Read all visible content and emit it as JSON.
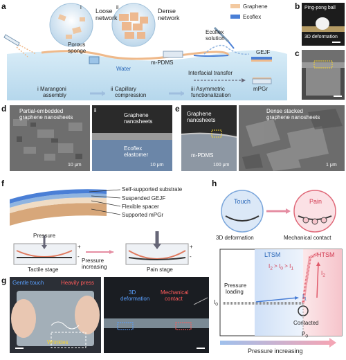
{
  "panel_labels": {
    "a": "a",
    "b": "b",
    "c": "c",
    "d": "d",
    "e": "e",
    "f": "f",
    "g": "g",
    "h": "h"
  },
  "a": {
    "sub_i": "i",
    "loose_1": "Loose",
    "loose_2": "network",
    "sub_ii": "ii",
    "dense_1": "Dense",
    "dense_2": "network",
    "porous_1": "Porous",
    "porous_2": "sponge",
    "ecoflex_sol_1": "Ecoflex",
    "ecoflex_sol_2": "solution",
    "water": "Water",
    "mpdms": "m-PDMS",
    "interfacial": "Interfacial transfer",
    "gejf": "GEJF",
    "mpgr": "mPGr",
    "legend_graphene": "Graphene",
    "legend_ecoflex": "Ecoflex",
    "step1_1": "i Marangoni",
    "step1_2": "assembly",
    "step2_1": "ii Capillary",
    "step2_2": "compression",
    "step3_1": "iii Asymmetric",
    "step3_2": "functionalization",
    "colors": {
      "graphene": "#f3c9a0",
      "ecoflex": "#4a7fd6",
      "water": "#cfe6f3"
    }
  },
  "b": {
    "label_top": "Ping-pong ball",
    "label_bottom": "3D deformation"
  },
  "d": {
    "label_i": "Partial-embedded",
    "label_i2": "graphene nanosheets",
    "scale_i": "10 μm",
    "sub_ii": "ii",
    "graphene_1": "Graphene",
    "graphene_2": "nanosheets",
    "ecoflex_1": "Ecoflex",
    "ecoflex_2": "elastomer",
    "scale_ii": "10 μm"
  },
  "e": {
    "graphene_1": "Graphene",
    "graphene_2": "nanosheets",
    "mpdms": "m-PDMS",
    "scale_1": "100 μm",
    "dense_1": "Dense stacked",
    "dense_2": "graphene nanosheets",
    "scale_2": "1 μm"
  },
  "f": {
    "layer_1": "Self-supported substrate",
    "layer_2": "Suspended GEJF",
    "layer_3": "Flexible spacer",
    "layer_4": "Supported mPGr",
    "pressure": "Pressure",
    "tactile": "Tactile stage",
    "increasing_1": "Pressure",
    "increasing_2": "increasing",
    "pain": "Pain stage",
    "plus": "+",
    "minus": "-"
  },
  "g": {
    "gentle": "Gentle touch",
    "heavy": "Heavily press",
    "wrinkles": "Wrinkles",
    "deform_1": "3D",
    "deform_2": "deformation",
    "contact_1": "Mechanical",
    "contact_2": "contact"
  },
  "h": {
    "touch": "Touch",
    "pain": "Pain",
    "cap_touch": "3D deformation",
    "cap_pain": "Mechanical contact",
    "ltsm": "LTSM",
    "htsm": "HTSM",
    "current_relation": [
      "I",
      "2",
      " > ",
      "I",
      "0",
      " > ",
      "I",
      "1"
    ],
    "pressure_loading_1": "Pressure",
    "pressure_loading_2": "loading",
    "i0": "I",
    "i0_sub": "0",
    "i1": "I",
    "i1_sub": "1",
    "i2": "I",
    "i2_sub": "2",
    "contacted": "Contacted",
    "p0": "P",
    "p0_sub": "0",
    "xaxis": "Pressure increasing"
  }
}
